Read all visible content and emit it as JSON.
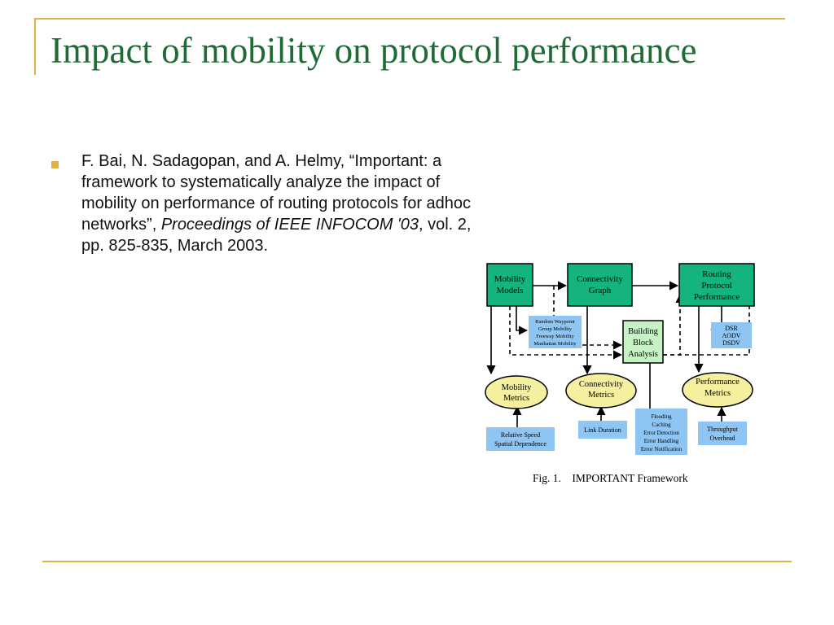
{
  "slide": {
    "title": "Impact of mobility on protocol performance",
    "citation": {
      "authors": "F. Bai, N. Sadagopan, and A. Helmy,",
      "paper_title": "“Important: a framework to systematically analyze the impact of mobility on performance of routing protocols for adhoc networks”,",
      "venue": "Proceedings of IEEE INFOCOM '03",
      "details": ", vol. 2, pp. 825-835, March 2003."
    }
  },
  "figure": {
    "caption": "Fig. 1.    IMPORTANT Framework",
    "colors": {
      "box": "#14b37f",
      "note": "#8ec5f2",
      "ellipse": "#f4f0a0",
      "block": "#c6f2c6"
    },
    "boxes": {
      "mobility_models": [
        "Mobility",
        "Models"
      ],
      "connectivity_graph": [
        "Connectivity",
        "Graph"
      ],
      "routing_protocol_performance": [
        "Routing",
        "Protocol",
        "Performance"
      ],
      "building_block_analysis": [
        "Building",
        "Block",
        "Analysis"
      ]
    },
    "ellipses": {
      "mobility_metrics": [
        "Mobility",
        "Metrics"
      ],
      "connectivity_metrics": [
        "Connectivity",
        "Metrics"
      ],
      "performance_metrics": [
        "Performance",
        "Metrics"
      ]
    },
    "notes": {
      "mobility_models_list": [
        "Random Waypoint",
        "Group Mobility",
        "Freeway Mobility",
        "Manhattan Mobility"
      ],
      "protocols": [
        "DSR",
        "AODV",
        "DSDV"
      ],
      "mobility_metric_list": [
        "Relative Speed",
        "Spatial Dependence"
      ],
      "connectivity_metric_list": [
        "Link Duration"
      ],
      "building_blocks": [
        "Flooding",
        "Caching",
        "Error Detection",
        "Error Handling",
        "Error Notification"
      ],
      "performance_metric_list": [
        "Throughput",
        "Overhead"
      ]
    }
  }
}
